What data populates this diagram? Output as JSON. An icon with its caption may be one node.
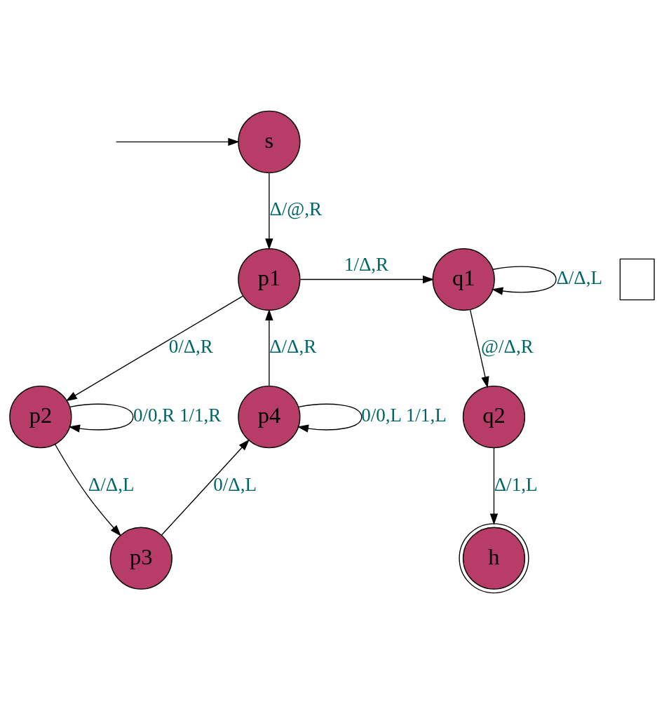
{
  "diagram": {
    "nodes": [
      {
        "text": [
          "s"
        ]
      },
      {
        "text": [
          "p1"
        ]
      },
      {
        "text": [
          "q1"
        ]
      },
      {
        "text": [
          "p4"
        ]
      },
      {
        "text": [
          "p2"
        ]
      },
      {
        "text": [
          "q2"
        ]
      },
      {
        "text": [
          "p3"
        ]
      },
      {
        "text": [
          "h"
        ]
      },
      {
        "text": [],
        "shape": "box"
      }
    ],
    "edges": [
      {
        "from": null,
        "to": 0,
        "arrow": "to"
      },
      {
        "from": 0,
        "to": 1,
        "arrow": "to",
        "label": "Δ/@,R"
      },
      {
        "from": 1,
        "to": 2,
        "arrow": "to",
        "label": "1/Δ,R"
      },
      {
        "from": 2,
        "to": 2,
        "arrow": "to",
        "label": "Δ/Δ,L"
      },
      {
        "from": 2,
        "to": 5,
        "arrow": "to",
        "label": "@/Δ,R"
      },
      {
        "from": 5,
        "to": 7,
        "arrow": "to",
        "label": "Δ/1,L"
      },
      {
        "from": 1,
        "to": 4,
        "arrow": "to",
        "label": "0/Δ,R"
      },
      {
        "from": 4,
        "to": 4,
        "arrow": "to",
        "label": "0/0,R 1/1,R"
      },
      {
        "from": 4,
        "to": 6,
        "arrow": "to",
        "label": "Δ/Δ,L"
      },
      {
        "from": 6,
        "to": 3,
        "arrow": "to",
        "label": "0/Δ,L"
      },
      {
        "from": 3,
        "to": 3,
        "arrow": "to",
        "label": "0/0,L 1/1,L"
      },
      {
        "from": 3,
        "to": 1,
        "arrow": "to",
        "label": "Δ/Δ,R"
      }
    ]
  }
}
